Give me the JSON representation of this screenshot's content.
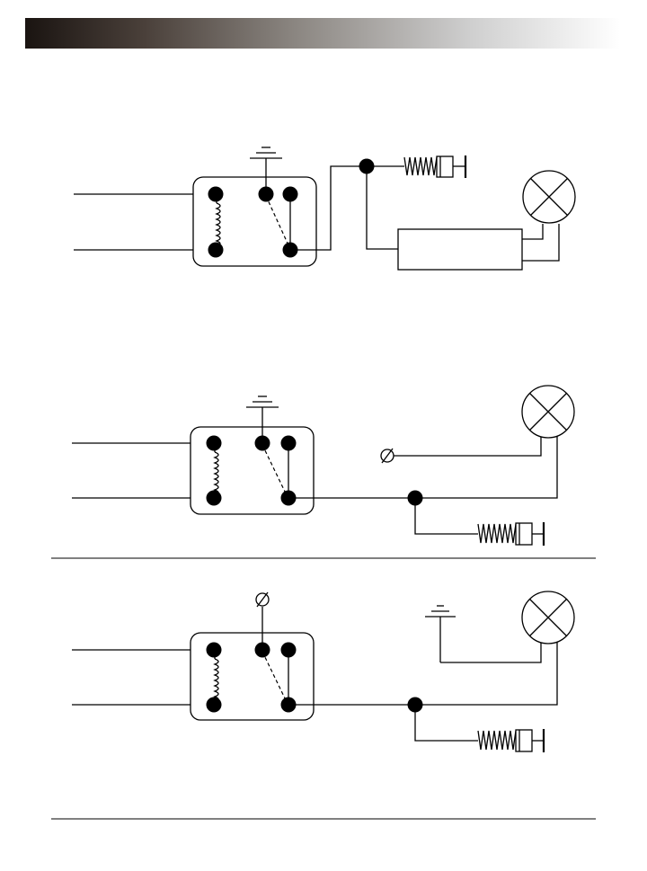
{
  "colors": {
    "header_dark": "#1a1411",
    "header_light": "#ffffff",
    "ink": "#000000"
  },
  "icons": [
    "relay",
    "relay-coil-icon",
    "ground-icon",
    "open-terminal-icon",
    "lamp-icon",
    "push-button-switch-icon",
    "control-unit-box"
  ],
  "diagrams": [
    {
      "id": "circuit-1",
      "description_visible_text": ""
    },
    {
      "id": "circuit-2",
      "description_visible_text": ""
    },
    {
      "id": "circuit-3",
      "description_visible_text": ""
    }
  ]
}
